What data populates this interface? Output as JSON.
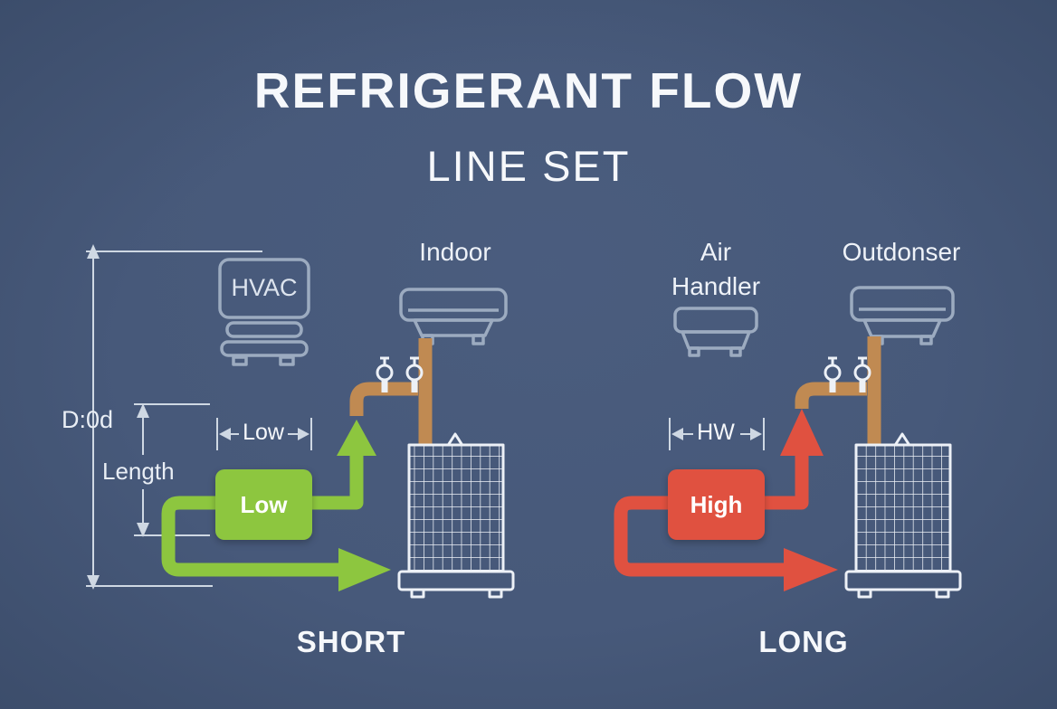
{
  "title": {
    "line1": "REFRIGERANT FLOW",
    "line2": "LINE SET"
  },
  "left": {
    "indoor_label": "Indoor",
    "unit_label": "HVAC",
    "dim_outer_label": "D:0d",
    "dim_inner_label": "Length",
    "dim_box_label": "Low",
    "box_label": "Low",
    "caption": "SHORT"
  },
  "right": {
    "air_line1": "Air",
    "air_line2": "Handler",
    "outdoor_label": "Outdonser",
    "dim_box_label": "HW",
    "box_label": "High",
    "caption": "LONG"
  },
  "icons": {
    "hvac-unit-icon": "outlined-box-unit",
    "indoor-unit-icon": "ceiling-unit-outline",
    "air-handler-icon": "ceiling-unit-outline",
    "outdoor-unit-icon": "ceiling-unit-outline",
    "service-valve-icon": "lollipop-valve",
    "coil-icon": "grid-coil",
    "flow-arrow-up-icon": "triangle-arrow",
    "flow-arrow-right-icon": "triangle-arrow",
    "dimension-arrow-icon": "dimension-arrows"
  },
  "colors": {
    "background": "#47597a",
    "background_edge": "#3c4d6b",
    "accent_green": "#8dc63f",
    "accent_red": "#e05140",
    "pipe_copper": "#c08a52",
    "icon_gray": "#9cabc0",
    "dim_gray": "#cfd8e3",
    "coil_white": "#edf1f7",
    "text_white": "#f6f8fb"
  }
}
